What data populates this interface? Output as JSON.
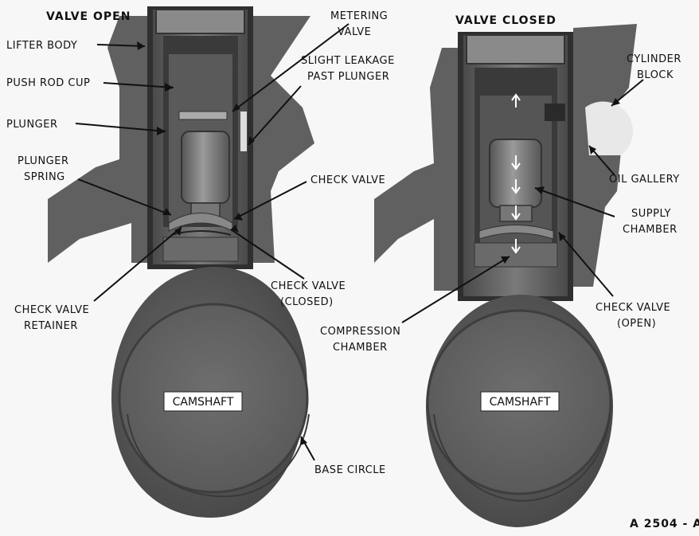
{
  "titles": {
    "left": "VALVE OPEN",
    "right": "VALVE CLOSED"
  },
  "labels": {
    "lifter_body": "LIFTER BODY",
    "push_rod_cup": "PUSH ROD CUP",
    "plunger": "PLUNGER",
    "plunger_spring_1": "PLUNGER",
    "plunger_spring_2": "SPRING",
    "check_valve_retainer_1": "CHECK VALVE",
    "check_valve_retainer_2": "RETAINER",
    "metering_valve_1": "METERING",
    "metering_valve_2": "VALVE",
    "slight_leakage_1": "SLIGHT LEAKAGE",
    "slight_leakage_2": "PAST PLUNGER",
    "check_valve": "CHECK VALVE",
    "check_valve_closed_1": "CHECK VALVE",
    "check_valve_closed_2": "(CLOSED)",
    "base_circle": "BASE CIRCLE",
    "cylinder_block_1": "CYLINDER",
    "cylinder_block_2": "BLOCK",
    "oil_gallery": "OIL GALLERY",
    "supply_chamber_1": "SUPPLY",
    "supply_chamber_2": "CHAMBER",
    "check_valve_open_1": "CHECK VALVE",
    "check_valve_open_2": "(OPEN)",
    "compression_chamber_1": "COMPRESSION",
    "compression_chamber_2": "CHAMBER"
  },
  "camshaft_left": "CAMSHAFT",
  "camshaft_right": "CAMSHAFT",
  "figure_id": "A 2504 - A",
  "colors": {
    "background": "#f7f7f7",
    "cast_metal": "#5f5f5f",
    "cam": "#575757",
    "ink": "#111111"
  }
}
